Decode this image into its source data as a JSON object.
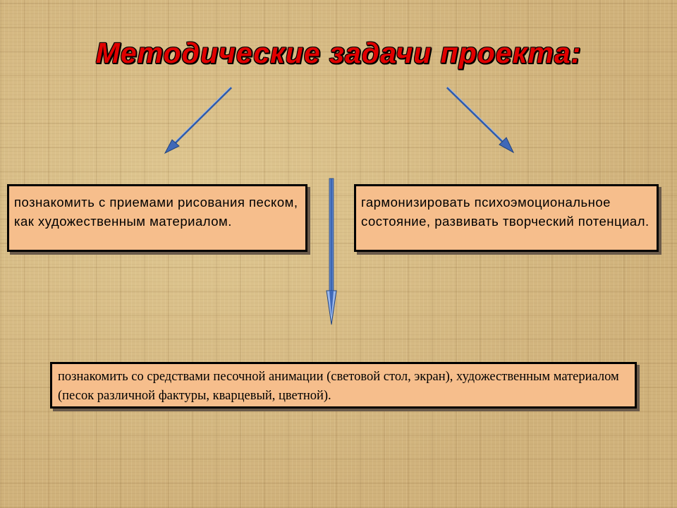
{
  "title": "Методические задачи проекта:",
  "boxes": {
    "left": "познакомить с приемами рисования песком, как художественным материалом.",
    "right": "гармонизировать психоэмоциональное состояние, развивать творческий потенциал.",
    "bottom": "познакомить  со средствами песочной анимации (световой стол, экран), художественным материалом (песок различной фактуры, кварцевый, цветной)."
  },
  "colors": {
    "title": "#e00000",
    "box_fill": "#f6be8c",
    "arrow": "#3f68b8"
  }
}
